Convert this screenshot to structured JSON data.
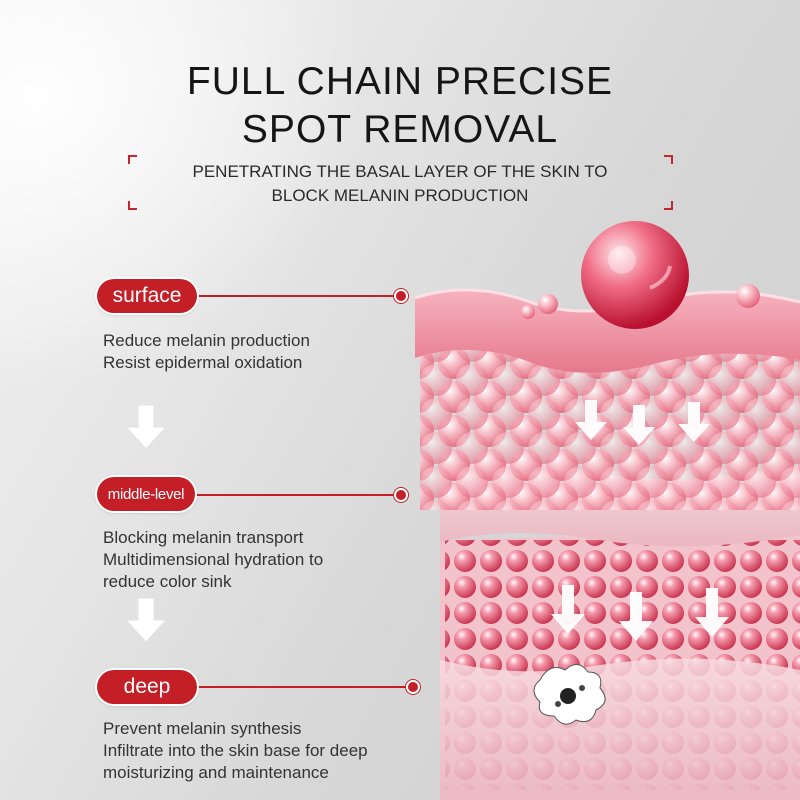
{
  "header": {
    "title_line1": "FULL CHAIN PRECISE",
    "title_line2": "SPOT REMOVAL",
    "subtitle_line1": "PENETRATING THE BASAL LAYER OF THE SKIN TO",
    "subtitle_line2": "BLOCK MELANIN PRODUCTION"
  },
  "layers": [
    {
      "label": "surface",
      "lines": [
        "Reduce melanin production",
        "Resist epidermal oxidation"
      ]
    },
    {
      "label": "middle-level",
      "lines": [
        "Blocking melanin transport",
        "Multidimensional hydration to",
        "reduce color sink"
      ]
    },
    {
      "label": "deep",
      "lines": [
        "Prevent melanin synthesis",
        "Infiltrate into the skin base for deep",
        "moisturizing and maintenance"
      ]
    }
  ],
  "colors": {
    "accent_red": "#c41f26",
    "skin_pink": "#f08a9c",
    "deep_pink": "#e8506a"
  },
  "icons": [
    "down-arrow-icon",
    "connector-dot-icon",
    "melanin-cell-icon"
  ]
}
